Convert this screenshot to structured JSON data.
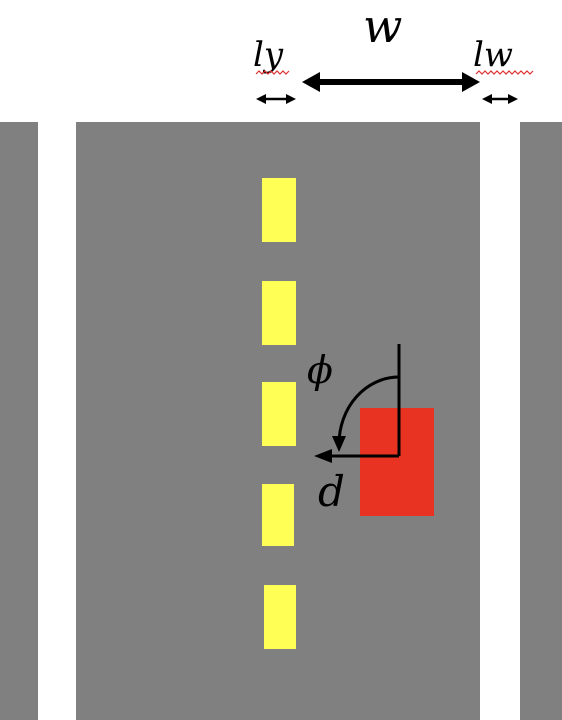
{
  "labels": {
    "w": "w",
    "ly": "ly",
    "lw": "lw",
    "phi": "ϕ",
    "d": "d"
  },
  "colors": {
    "background": "#ffffff",
    "road": "#808080",
    "shoulder_gap": "#ffffff",
    "yellow_dash": "#ffff55",
    "vehicle": "#e83323",
    "arrow": "#000000",
    "spell_underline": "#e03030"
  },
  "icons": {
    "arrow-head": "filled-triangle",
    "double-arrow": "double-headed-arrow"
  }
}
